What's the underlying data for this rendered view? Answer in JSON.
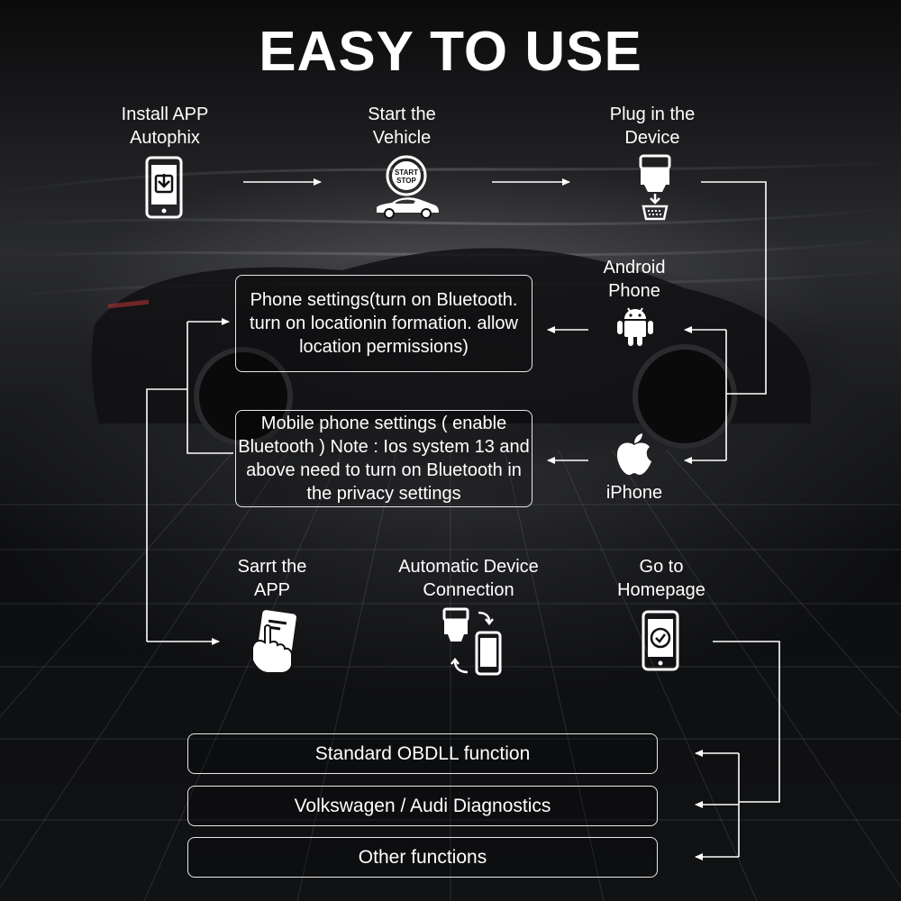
{
  "title": "EASY TO USE",
  "steps": {
    "install_app": "Install APP\nAutophix",
    "start_vehicle": "Start the\nVehicle",
    "plug_device": "Plug in the\nDevice",
    "android_phone": "Android\nPhone",
    "iphone": "iPhone",
    "start_app": "Sarrt the\nAPP",
    "auto_connect": "Automatic Device\nConnection",
    "homepage": "Go to\nHomepage"
  },
  "notes": {
    "android_settings": "Phone settings(turn on Bluetooth. turn on locationin formation. allow location permissions)",
    "iphone_settings": "Mobile phone settings ( enable Bluetooth ) Note : Ios system 13 and above need to turn on Bluetooth in the privacy settings"
  },
  "functions": [
    "Standard OBDLL function",
    "Volkswagen / Audi Diagnostics",
    "Other functions"
  ],
  "start_button_text": [
    "START",
    "STOP"
  ],
  "icons": [
    "phone-download-icon",
    "start-stop-button-icon",
    "car-icon",
    "obd-device-icon",
    "android-icon",
    "apple-icon",
    "hand-card-icon",
    "device-phone-sync-icon",
    "phone-check-icon"
  ],
  "colors": {
    "line": "#ffffff",
    "text": "#ffffff",
    "background": "#141517"
  }
}
